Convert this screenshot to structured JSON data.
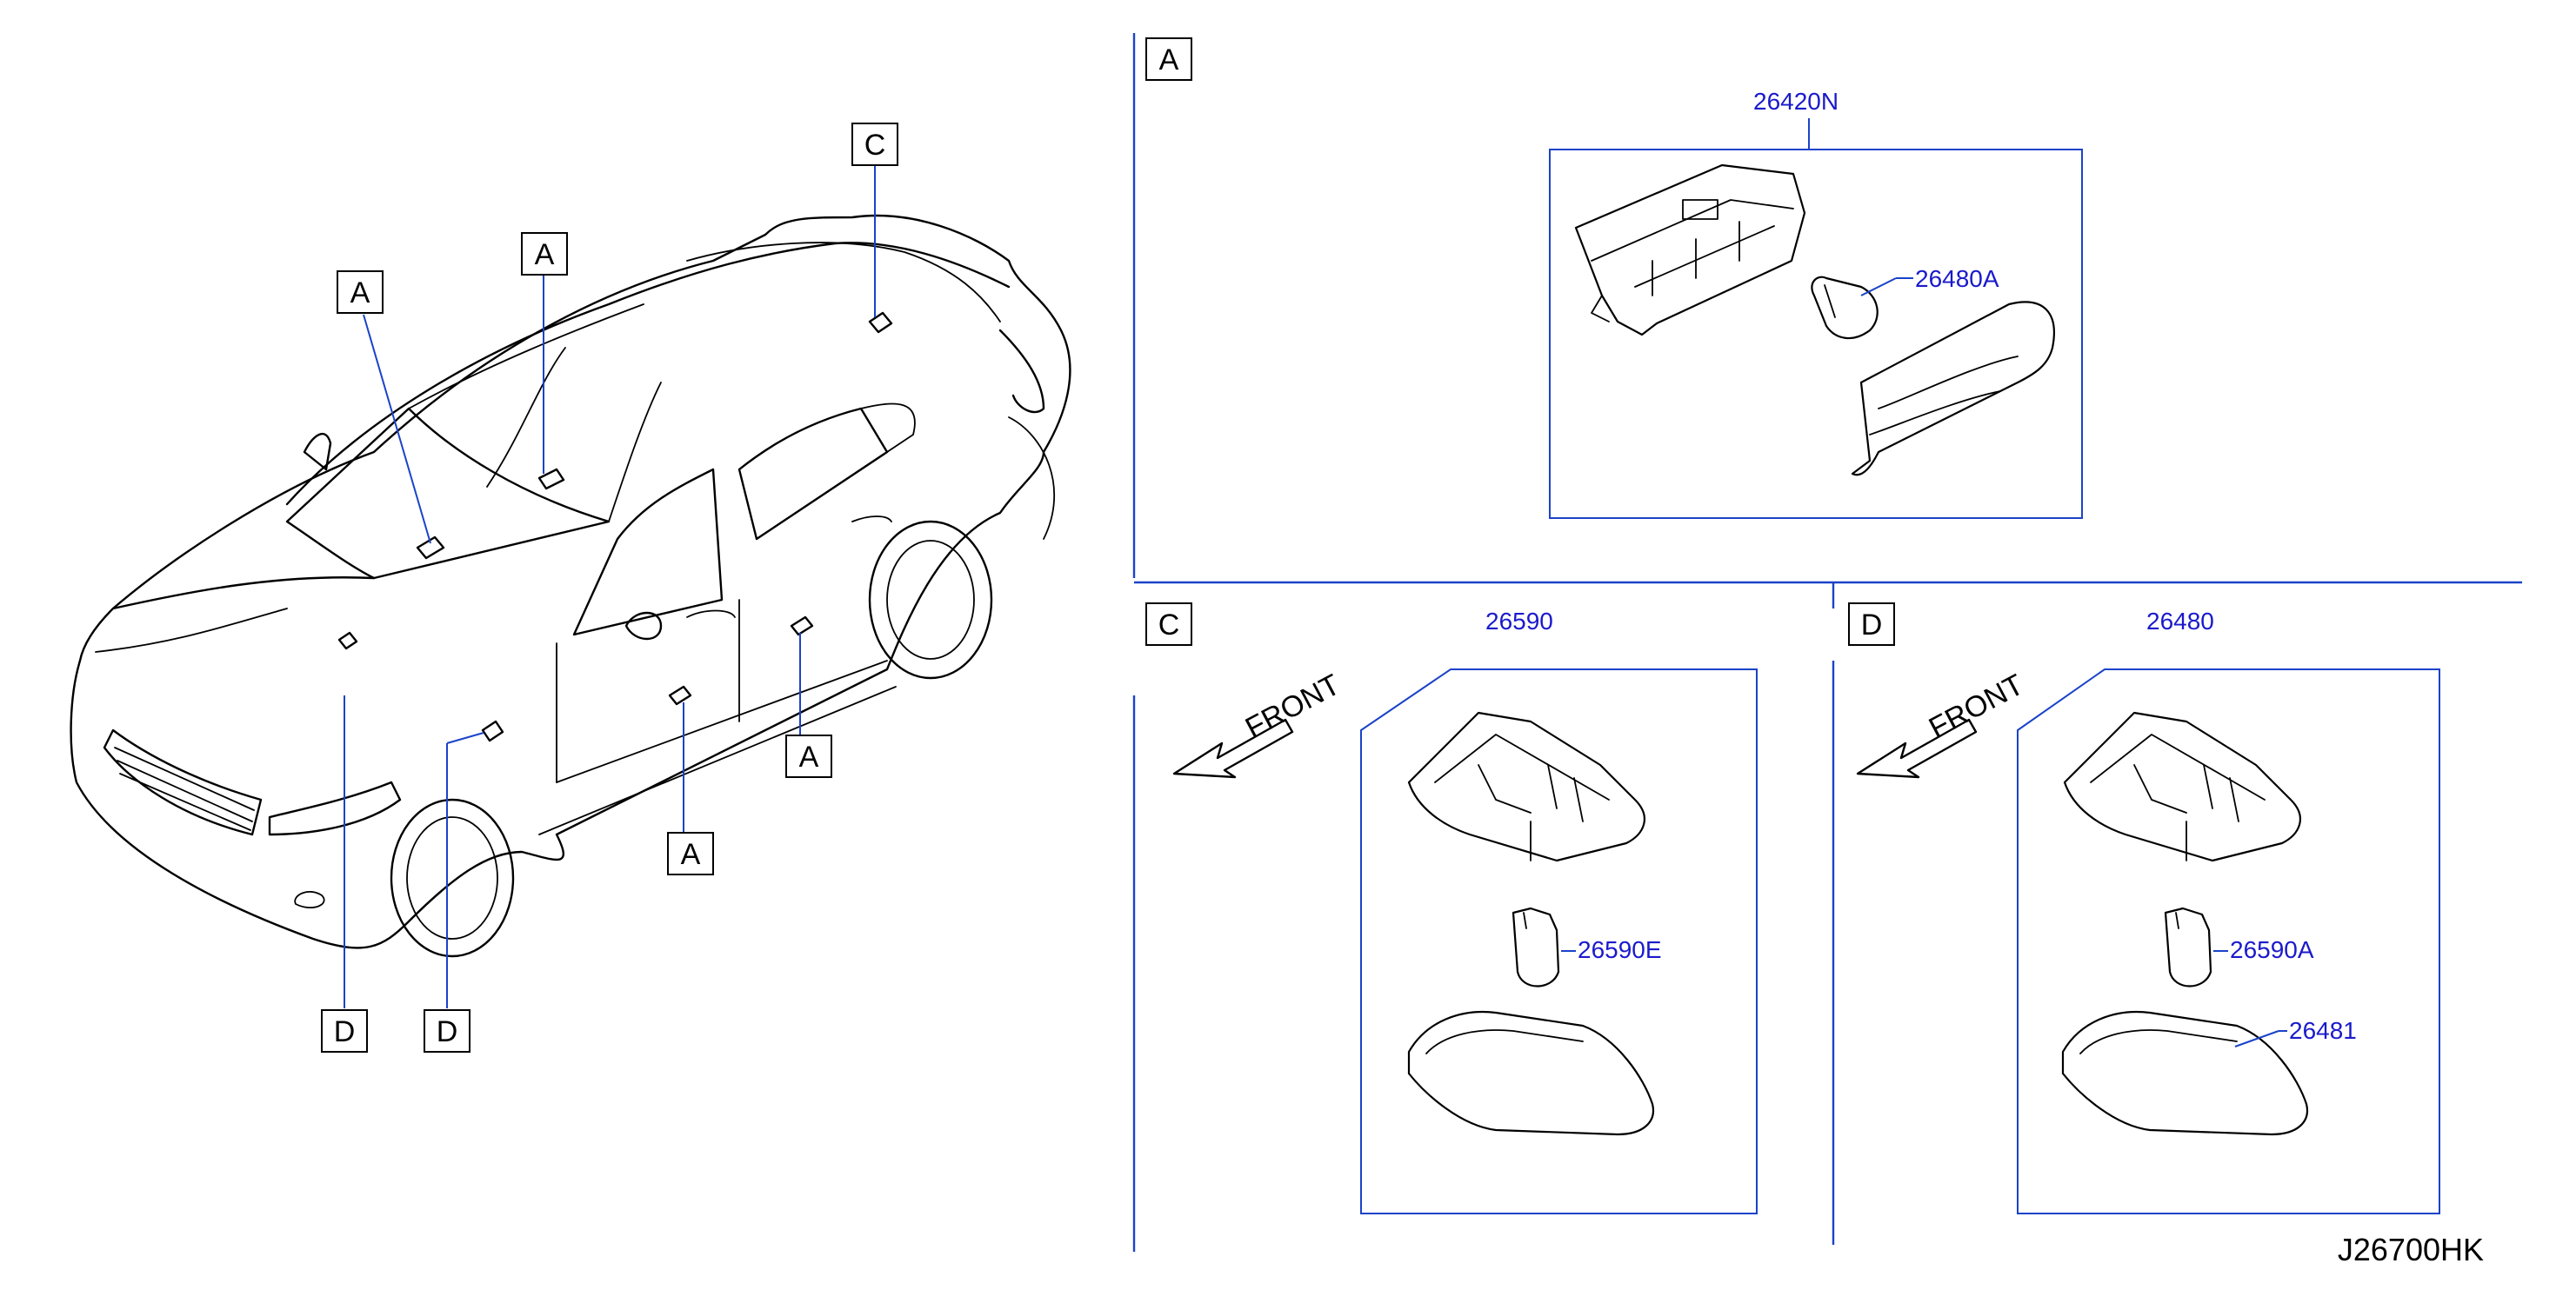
{
  "colors": {
    "leader": "#1a43c8",
    "part_number": "#1a1acc",
    "line": "#000000",
    "background": "#ffffff"
  },
  "callouts": {
    "car_top_a1": "A",
    "car_top_a2": "A",
    "car_top_c": "C",
    "car_side_a1": "A",
    "car_side_a2": "A",
    "car_bottom_d1": "D",
    "car_bottom_d2": "D",
    "section_a": "A",
    "section_c": "C",
    "section_d": "D"
  },
  "parts": {
    "a_assembly": "26420N",
    "a_bulb": "26480A",
    "c_assembly": "26590",
    "c_bulb": "26590E",
    "d_assembly": "26480",
    "d_bulb": "26590A",
    "d_lens": "26481"
  },
  "front_label_c": "FRONT",
  "front_label_d": "FRONT",
  "diagram_code": "J26700HK",
  "icons": [
    "front-arrow-icon",
    "car-illustration-icon",
    "bulb-icon",
    "lamp-housing-icon",
    "lamp-lens-icon"
  ]
}
